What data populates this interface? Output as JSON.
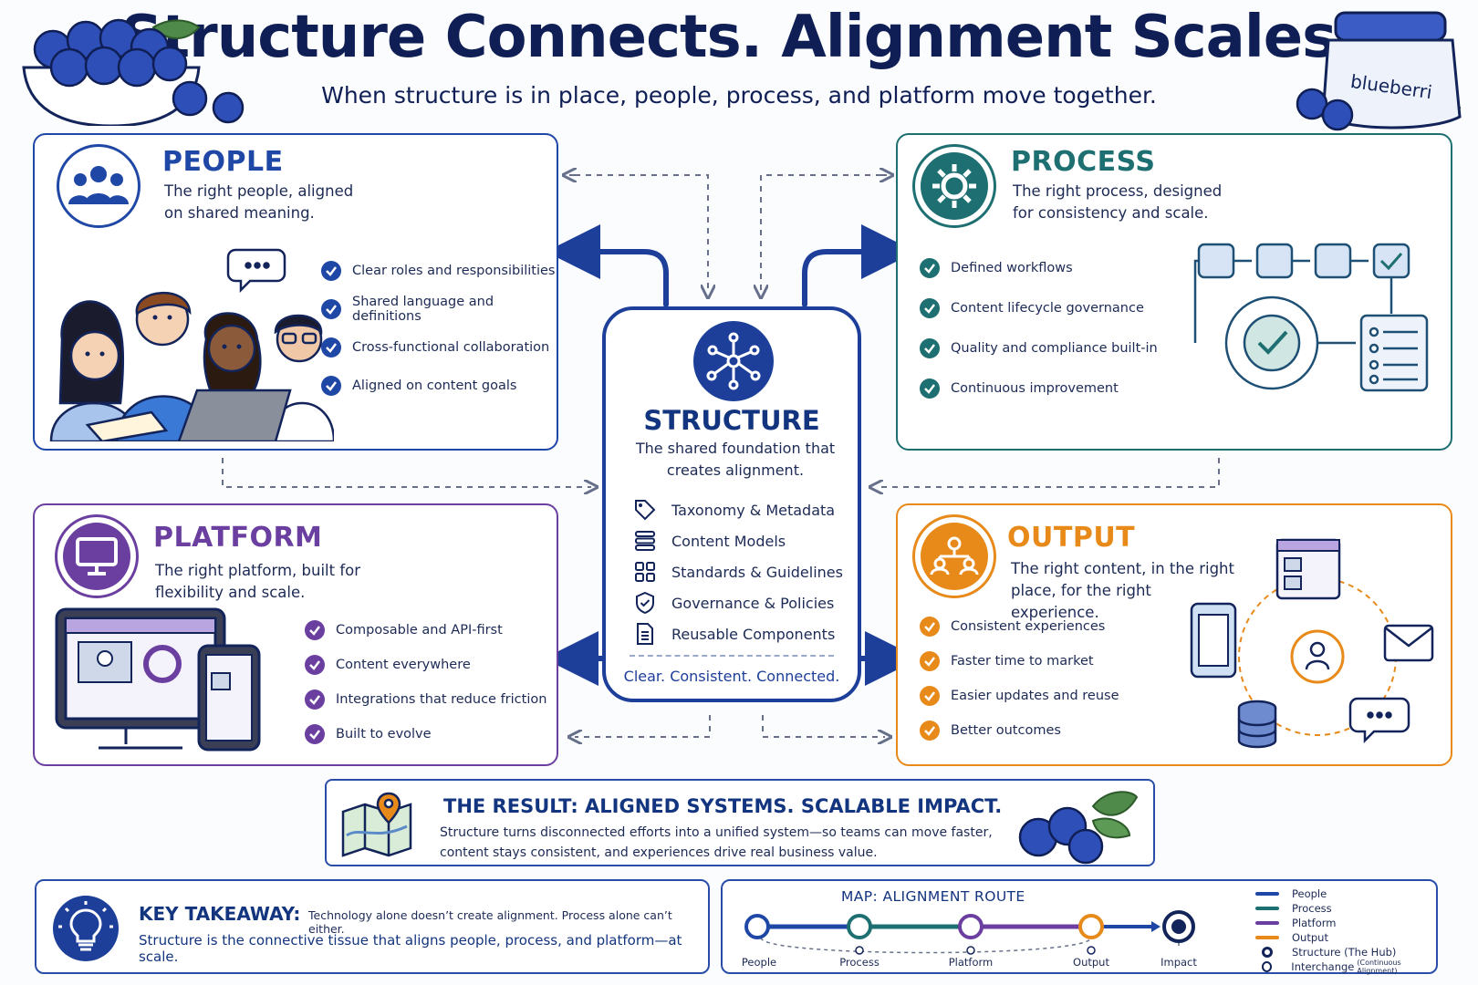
{
  "header": {
    "title": "Structure Connects. Alignment Scales.",
    "subtitle": "When structure is in place, people, process, and platform move together.",
    "jar_label": "blueberri"
  },
  "colors": {
    "navy": "#13357f",
    "people": "#1f48a6",
    "process": "#1e6f72",
    "platform": "#6b3fa0",
    "output": "#e88a1a"
  },
  "people": {
    "title": "PEOPLE",
    "description": "The right people, aligned on shared meaning.",
    "icon": "team-icon",
    "items": [
      "Clear roles and responsibilities",
      "Shared language and definitions",
      "Cross-functional collaboration",
      "Aligned on content goals"
    ]
  },
  "process": {
    "title": "PROCESS",
    "description": "The right process, designed for consistency and scale.",
    "icon": "gear-icon",
    "items": [
      "Defined workflows",
      "Content lifecycle governance",
      "Quality and compliance built-in",
      "Continuous improvement"
    ]
  },
  "platform": {
    "title": "PLATFORM",
    "description": "The right platform, built for flexibility and scale.",
    "icon": "monitor-icon",
    "items": [
      "Composable and API-first",
      "Content everywhere",
      "Integrations that reduce friction",
      "Built to evolve"
    ]
  },
  "output": {
    "title": "OUTPUT",
    "description": "The right content, in the right place, for the right experience.",
    "icon": "org-chart-icon",
    "items": [
      "Consistent experiences",
      "Faster time to market",
      "Easier updates and reuse",
      "Better outcomes"
    ]
  },
  "structure": {
    "title": "STRUCTURE",
    "description": "The shared foundation that creates alignment.",
    "icon": "network-hub-icon",
    "items": [
      {
        "label": "Taxonomy & Metadata",
        "icon": "tag-icon"
      },
      {
        "label": "Content Models",
        "icon": "stack-icon"
      },
      {
        "label": "Standards & Guidelines",
        "icon": "grid-icon"
      },
      {
        "label": "Governance & Policies",
        "icon": "shield-check-icon"
      },
      {
        "label": "Reusable Components",
        "icon": "document-icon"
      }
    ],
    "tagline": "Clear. Consistent. Connected."
  },
  "result": {
    "heading": "THE RESULT:  ALIGNED SYSTEMS. SCALABLE IMPACT.",
    "text": "Structure turns disconnected efforts into a unified system—so teams can move faster, content stays consistent, and experiences drive real business value.",
    "icon": "map-pin-icon"
  },
  "takeaway": {
    "heading": "KEY TAKEAWAY:",
    "line1": "Technology alone doesn’t create alignment. Process alone can’t either.",
    "line2": "Structure is the connective tissue that aligns people, process, and platform—at scale.",
    "icon": "lightbulb-icon"
  },
  "map": {
    "title": "MAP:  ALIGNMENT ROUTE",
    "stops": [
      "People",
      "Process",
      "Platform",
      "Output",
      "Impact"
    ],
    "legend": [
      {
        "label": "People",
        "color": "#1f48a6"
      },
      {
        "label": "Process",
        "color": "#1e6f72"
      },
      {
        "label": "Platform",
        "color": "#6b3fa0"
      },
      {
        "label": "Output",
        "color": "#e88a1a"
      }
    ],
    "legend_hub": "Structure (The Hub)",
    "legend_interchange": "Interchange",
    "legend_interchange_note": "(Continuous Alignment)"
  }
}
